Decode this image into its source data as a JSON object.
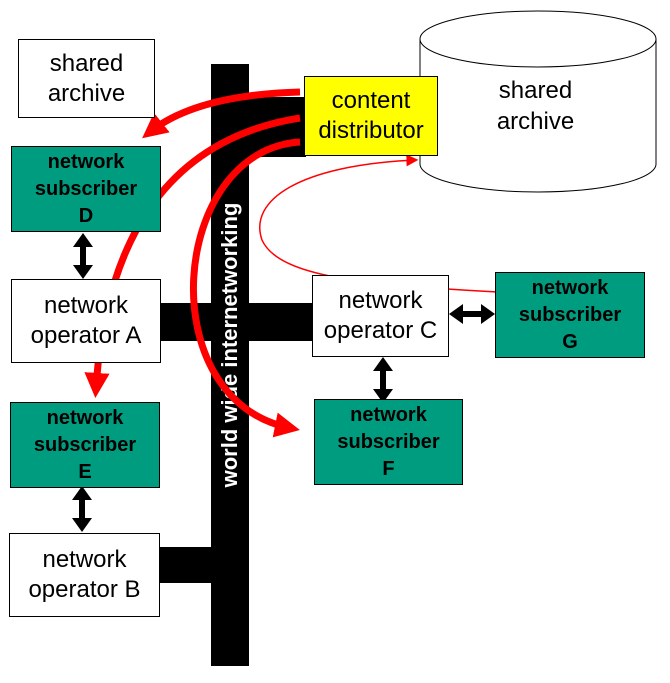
{
  "spine": {
    "label": "world wide internetworking"
  },
  "nodes": {
    "shared_archive_left": {
      "line1": "shared",
      "line2": "archive"
    },
    "shared_archive_cylinder": {
      "line1": "shared",
      "line2": "archive"
    },
    "content_distributor": {
      "line1": "content",
      "line2": "distributor"
    },
    "subscriber_d": {
      "line1": "network",
      "line2": "subscriber",
      "line3": "D"
    },
    "subscriber_e": {
      "line1": "network",
      "line2": "subscriber",
      "line3": "E"
    },
    "subscriber_f": {
      "line1": "network",
      "line2": "subscriber",
      "line3": "F"
    },
    "subscriber_g": {
      "line1": "network",
      "line2": "subscriber",
      "line3": "G"
    },
    "operator_a": {
      "line1": "network",
      "line2": "operator A"
    },
    "operator_b": {
      "line1": "network",
      "line2": "operator B"
    },
    "operator_c": {
      "line1": "network",
      "line2": "operator C"
    }
  },
  "colors": {
    "subscriber_fill": "#009c7f",
    "distributor_fill": "#ffff00",
    "flow_arrow": "#ff0000",
    "network_bar": "#000000"
  }
}
